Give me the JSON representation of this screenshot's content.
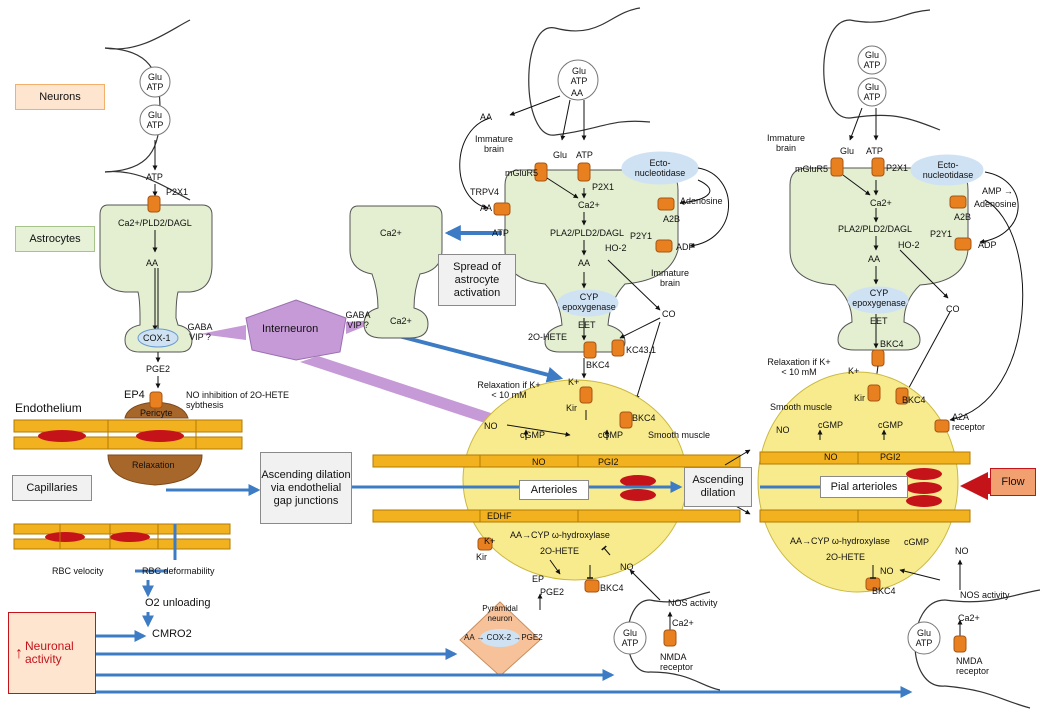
{
  "legend": {
    "neurons": "Neurons",
    "astrocytes": "Astrocytes",
    "endothelium": "Endothelium",
    "capillaries": "Capillaries",
    "neuronal_activity": "Neuronal activity"
  },
  "boxes": {
    "spread": "Spread of astrocyte activation",
    "ascending_dilation_gap": "Ascending dilation via endothelial gap junctions",
    "arterioles": "Arterioles",
    "ascending_dilation": "Ascending dilation",
    "pial_arterioles": "Pial arterioles",
    "flow": "Flow",
    "interneuron": "Interneuron",
    "pyramidal_neuron": "Pyramidal neuron"
  },
  "vesicles": {
    "glu_atp": "Glu ATP",
    "atp": "ATP",
    "glu": "Glu",
    "aa": "AA"
  },
  "left": {
    "atp": "ATP",
    "p2x1": "P2X1",
    "ca_pld": "Ca2+/PLD2/DAGL",
    "aa": "AA",
    "cox1": "COX-1",
    "gaba_vip": "GABA VIP ?",
    "pge2": "PGE2",
    "ep4": "EP4",
    "no_inhibition": "NO inhibition of 2O-HETE sybthesis",
    "pericyte": "Pericyte",
    "relaxation": "Relaxation",
    "rbc_velocity": "RBC velocity",
    "rbc_deformability": "RBC deformability",
    "o2_unloading": "O2 unloading",
    "cmro2": "CMRO2"
  },
  "middle": {
    "aa": "AA",
    "glu": "Glu",
    "atp": "ATP",
    "immature_brain": "Immature brain",
    "mglur5": "mGluR5",
    "p2x1": "P2X1",
    "ecto": "Ecto-nucleotidase",
    "trpv4": "TRPV4",
    "aa2": "AA",
    "ca": "Ca2+",
    "adenosine": "Adenosine",
    "a2b": "A2B",
    "atp_release": "ATP",
    "ca_small": "Ca2+",
    "pla2": "PLA2/PLD2/DAGL",
    "ho2": "HO-2",
    "p2y1": "P2Y1",
    "adp": "ADP",
    "aa3": "AA",
    "immature_brain2": "Immature brain",
    "cyp": "CYP epoxygenase",
    "eet": "EET",
    "co": "CO",
    "hete": "2O-HETE",
    "bk": "BKC4",
    "kc4": "KC43.1",
    "k": "K+",
    "relax": "Relaxation if K+ < 10 mM",
    "kir": "Kir",
    "bk2": "BKC4",
    "no": "NO",
    "cgmp1": "cGMP",
    "cgmp2": "cGMP",
    "smooth_muscle": "Smooth muscle",
    "no2": "NO",
    "pgi2": "PGI2",
    "edhf": "EDHF",
    "k2": "K+",
    "kir2": "Kir",
    "aa_cyp": "AA→CYP ω-hydroxylase",
    "hete2": "2O-HETE",
    "no3": "NO",
    "ep": "EP",
    "pge2": "PGE2",
    "bk3": "BKC4",
    "nos": "NOS activity",
    "ca3": "Ca2+",
    "nmda": "NMDA receptor",
    "aa_cox": "AA → COX-2 →PGE2",
    "gaba_vip": "GABA VIP ?",
    "ca_small2": "Ca2+"
  },
  "right": {
    "glu": "Glu",
    "atp": "ATP",
    "immature_brain": "Immature brain",
    "mglur5": "mGluR5",
    "p2x1": "P2X1",
    "ecto": "Ecto-nucleotidase",
    "amp": "AMP →",
    "adenosine": "Adenosine",
    "a2b": "A2B",
    "ca": "Ca2+",
    "pla2": "PLA2/PLD2/DAGL",
    "p2y1": "P2Y1",
    "ho2": "HO-2",
    "adp": "ADP",
    "aa": "AA",
    "cyp": "CYP epoxygenase",
    "eet": "EET",
    "co": "CO",
    "bk": "BKC4",
    "relax": "Relaxation if K+ < 10 mM",
    "k": "K+",
    "kir": "Kir",
    "bk2": "BKC4",
    "smooth_muscle": "Smooth muscle",
    "a2a": "A2A receptor",
    "no": "NO",
    "cgmp1": "cGMP",
    "cgmp2": "cGMP",
    "pgi2": "PGI2",
    "aa_cyp": "AA→CYP ω-hydroxylase",
    "hete": "2O-HETE",
    "cgmp3": "cGMP",
    "no2": "NO",
    "no3": "NO",
    "bk3": "BKC4",
    "nos": "NOS activity",
    "ca2": "Ca2+",
    "nmda": "NMDA receptor",
    "glu_atp": "Glu ATP"
  },
  "colors": {
    "neuron_box": "#fde5cf",
    "astro_box": "#e6f1d8",
    "astro_fill": "#e3efd0",
    "interneuron": "#c69ad6",
    "vessel": "#f2b21f",
    "rbc": "#c5131a",
    "muscle": "#f8eb8d",
    "arrow_blue": "#3d7cc4",
    "flow_red": "#c5131a",
    "pericyte": "#a8672a",
    "pyramidal": "#f7c29a",
    "receptor": "#e8801f"
  }
}
